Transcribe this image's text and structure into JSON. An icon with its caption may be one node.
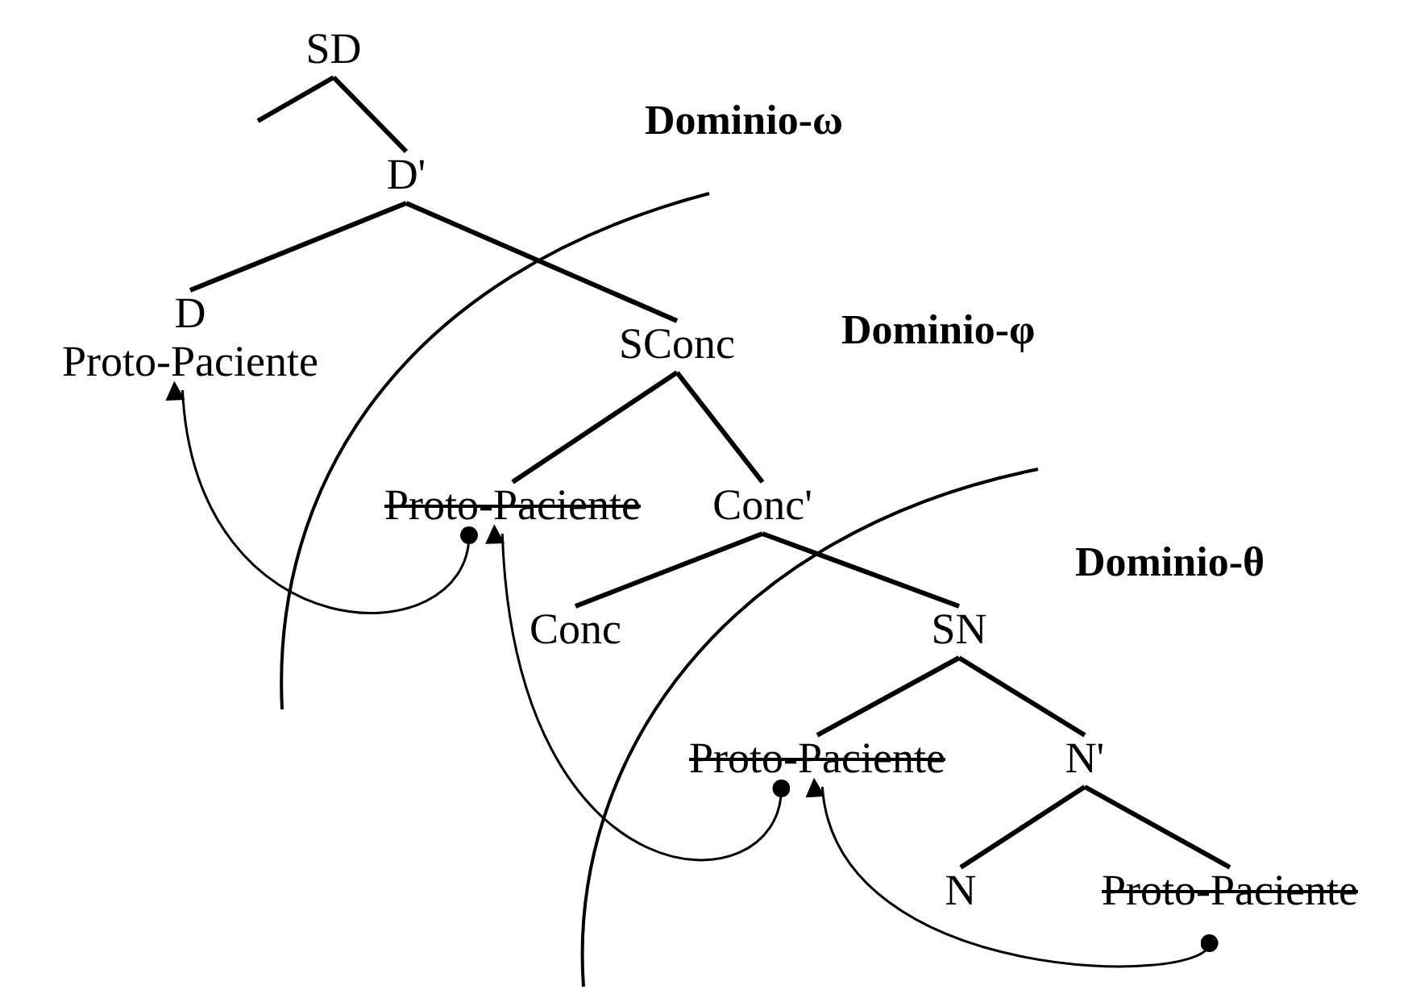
{
  "diagram": {
    "nodes": [
      {
        "text": [
          "SD"
        ]
      },
      {
        "text": [
          "D'"
        ]
      },
      {
        "text": [
          "D",
          "Proto-Paciente"
        ]
      },
      {
        "text": [
          "SConc"
        ]
      },
      {
        "text": [
          "Proto-Paciente"
        ]
      },
      {
        "text": [
          "Conc'"
        ]
      },
      {
        "text": [
          "Conc"
        ]
      },
      {
        "text": [
          "SN"
        ]
      },
      {
        "text": [
          "Proto-Paciente"
        ]
      },
      {
        "text": [
          "N'"
        ]
      },
      {
        "text": [
          "N"
        ]
      },
      {
        "text": [
          "Proto-Paciente"
        ]
      }
    ],
    "edges": [
      {
        "from": 0,
        "to": null,
        "arrow": "none"
      },
      {
        "from": 0,
        "to": 1,
        "arrow": "none"
      },
      {
        "from": 1,
        "to": 2,
        "arrow": "none"
      },
      {
        "from": 1,
        "to": 3,
        "arrow": "none"
      },
      {
        "from": 3,
        "to": 4,
        "arrow": "none"
      },
      {
        "from": 3,
        "to": 5,
        "arrow": "none"
      },
      {
        "from": 5,
        "to": 6,
        "arrow": "none"
      },
      {
        "from": 5,
        "to": 7,
        "arrow": "none"
      },
      {
        "from": 7,
        "to": 8,
        "arrow": "none"
      },
      {
        "from": 7,
        "to": 9,
        "arrow": "none"
      },
      {
        "from": 9,
        "to": 10,
        "arrow": "none"
      },
      {
        "from": 9,
        "to": 11,
        "arrow": "none"
      },
      {
        "from": 4,
        "to": 2,
        "arrow": "to"
      },
      {
        "from": 8,
        "to": 4,
        "arrow": "to"
      },
      {
        "from": 11,
        "to": 8,
        "arrow": "to"
      }
    ],
    "labels": [
      "Dominio-ω",
      "Dominio-φ",
      "Dominio-θ"
    ]
  }
}
